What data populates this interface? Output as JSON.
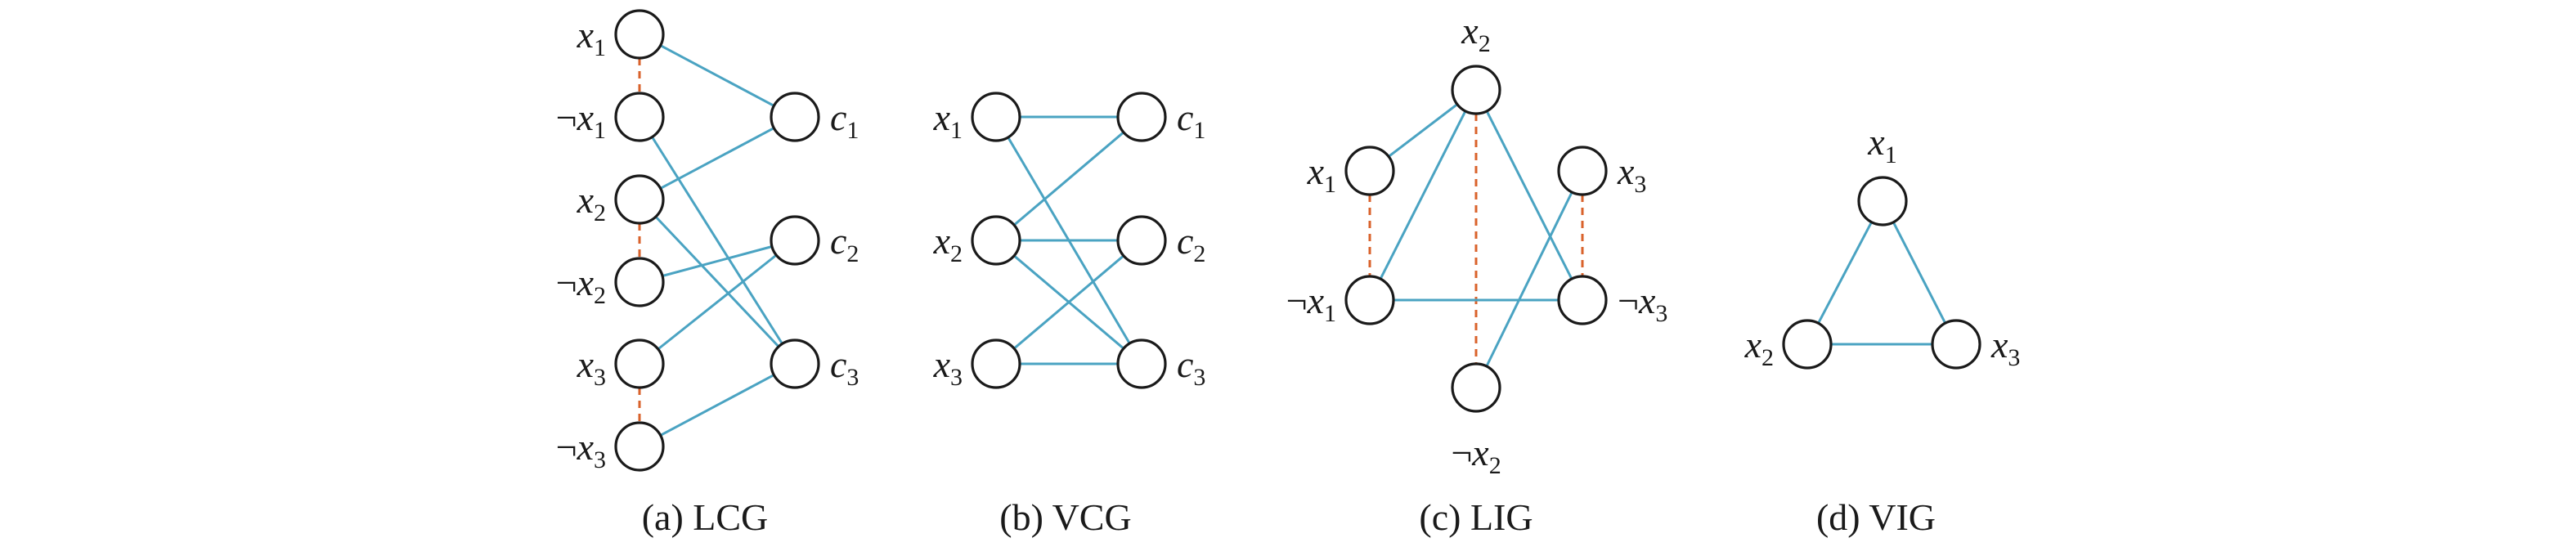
{
  "colors": {
    "edge": "#4aa3c2",
    "conflict": "#d9622b",
    "node": "#1a1a1a"
  },
  "panels": [
    {
      "id": "lcg",
      "caption": "(a) LCG",
      "nodes": [
        {
          "id": "x1",
          "var": "x",
          "sub": "1",
          "neg": false
        },
        {
          "id": "nx1",
          "var": "x",
          "sub": "1",
          "neg": true
        },
        {
          "id": "x2",
          "var": "x",
          "sub": "2",
          "neg": false
        },
        {
          "id": "nx2",
          "var": "x",
          "sub": "2",
          "neg": true
        },
        {
          "id": "x3",
          "var": "x",
          "sub": "3",
          "neg": false
        },
        {
          "id": "nx3",
          "var": "x",
          "sub": "3",
          "neg": true
        },
        {
          "id": "c1",
          "var": "c",
          "sub": "1",
          "neg": false
        },
        {
          "id": "c2",
          "var": "c",
          "sub": "2",
          "neg": false
        },
        {
          "id": "c3",
          "var": "c",
          "sub": "3",
          "neg": false
        }
      ],
      "edges": [
        [
          "x1",
          "c1"
        ],
        [
          "nx1",
          "c3"
        ],
        [
          "x2",
          "c1"
        ],
        [
          "x2",
          "c3"
        ],
        [
          "nx2",
          "c2"
        ],
        [
          "x3",
          "c2"
        ],
        [
          "nx3",
          "c3"
        ]
      ],
      "dashed": [
        [
          "x1",
          "nx1"
        ],
        [
          "x2",
          "nx2"
        ],
        [
          "x3",
          "nx3"
        ]
      ]
    },
    {
      "id": "vcg",
      "caption": "(b) VCG",
      "nodes": [
        {
          "id": "x1",
          "var": "x",
          "sub": "1",
          "neg": false
        },
        {
          "id": "x2",
          "var": "x",
          "sub": "2",
          "neg": false
        },
        {
          "id": "x3",
          "var": "x",
          "sub": "3",
          "neg": false
        },
        {
          "id": "c1",
          "var": "c",
          "sub": "1",
          "neg": false
        },
        {
          "id": "c2",
          "var": "c",
          "sub": "2",
          "neg": false
        },
        {
          "id": "c3",
          "var": "c",
          "sub": "3",
          "neg": false
        }
      ],
      "edges": [
        [
          "x1",
          "c1"
        ],
        [
          "x1",
          "c3"
        ],
        [
          "x2",
          "c1"
        ],
        [
          "x2",
          "c2"
        ],
        [
          "x2",
          "c3"
        ],
        [
          "x3",
          "c2"
        ],
        [
          "x3",
          "c3"
        ]
      ],
      "dashed": []
    },
    {
      "id": "lig",
      "caption": "(c) LIG",
      "nodes": [
        {
          "id": "x2",
          "var": "x",
          "sub": "2",
          "neg": false
        },
        {
          "id": "x1",
          "var": "x",
          "sub": "1",
          "neg": false
        },
        {
          "id": "x3",
          "var": "x",
          "sub": "3",
          "neg": false
        },
        {
          "id": "nx1",
          "var": "x",
          "sub": "1",
          "neg": true
        },
        {
          "id": "nx3",
          "var": "x",
          "sub": "3",
          "neg": true
        },
        {
          "id": "nx2",
          "var": "x",
          "sub": "2",
          "neg": true
        }
      ],
      "edges": [
        [
          "x1",
          "x2"
        ],
        [
          "x2",
          "nx1"
        ],
        [
          "x2",
          "nx3"
        ],
        [
          "nx1",
          "nx3"
        ],
        [
          "x3",
          "nx2"
        ]
      ],
      "dashed": [
        [
          "x1",
          "nx1"
        ],
        [
          "x3",
          "nx3"
        ],
        [
          "x2",
          "nx2"
        ]
      ]
    },
    {
      "id": "vig",
      "caption": "(d) VIG",
      "nodes": [
        {
          "id": "x1",
          "var": "x",
          "sub": "1",
          "neg": false
        },
        {
          "id": "x2",
          "var": "x",
          "sub": "2",
          "neg": false
        },
        {
          "id": "x3",
          "var": "x",
          "sub": "3",
          "neg": false
        }
      ],
      "edges": [
        [
          "x1",
          "x2"
        ],
        [
          "x1",
          "x3"
        ],
        [
          "x2",
          "x3"
        ]
      ],
      "dashed": []
    }
  ]
}
